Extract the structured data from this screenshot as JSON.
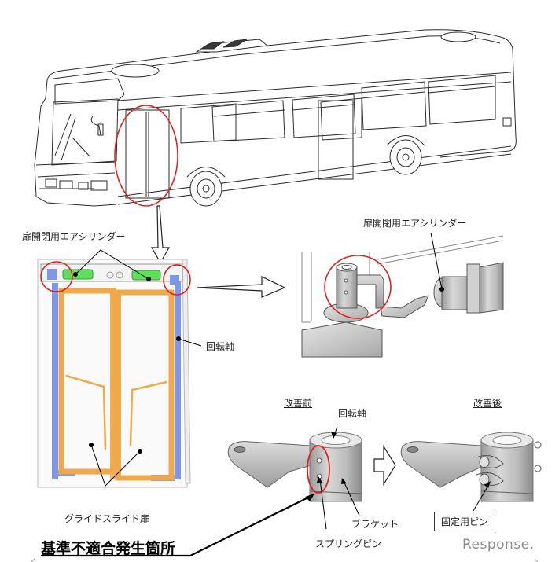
{
  "labels": {
    "air_cylinder_left": "扉開閉用エアシリンダー",
    "air_cylinder_right": "扉開閉用エアシリンダー",
    "rotation_shaft_door": "回転軸",
    "rotation_shaft_part": "回転軸",
    "before_improvement": "改善前",
    "after_improvement": "改善後",
    "glide_slide_door": "グライドスライド扉",
    "bracket": "ブラケット",
    "spring_pin": "スプリングピン",
    "fixing_pin": "固定用ピン",
    "nonconformity_location": "基準不適合発生箇所"
  },
  "watermark": {
    "brand": "Response."
  },
  "colors": {
    "highlight_circle": "#e0201c",
    "door_frame": "#f0a94a",
    "door_rail": "#7f97e8",
    "cylinder": "#5ee05a",
    "line_art": "#2b2b2b",
    "part_gray": "#b8b8b8"
  }
}
